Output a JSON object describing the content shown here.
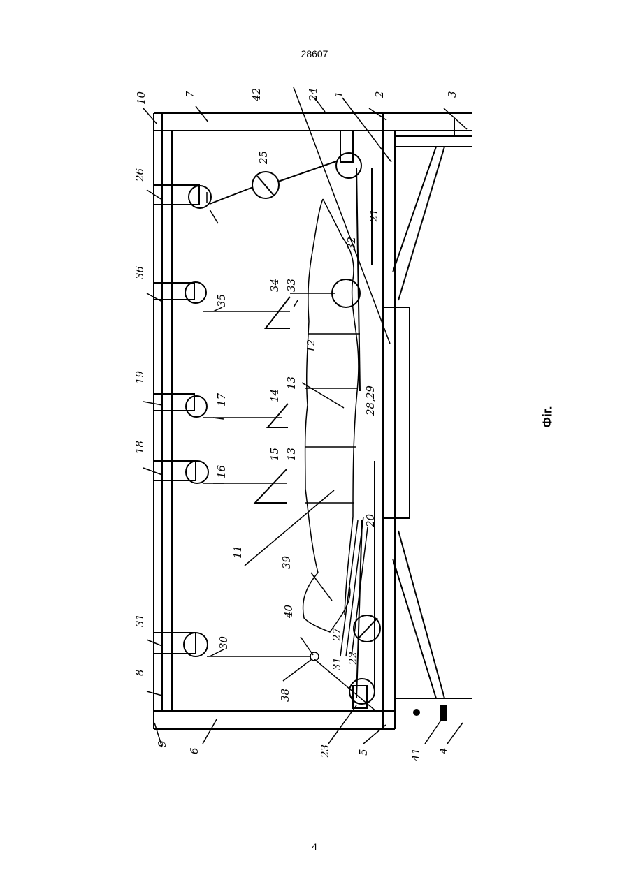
{
  "header": {
    "doc_number": "28607"
  },
  "footer": {
    "page_number": "4"
  },
  "figure": {
    "caption": "Фіг.",
    "labels": [
      "1",
      "2",
      "3",
      "4",
      "5",
      "6",
      "7",
      "8",
      "9",
      "10",
      "11",
      "12",
      "13",
      "13",
      "14",
      "15",
      "16",
      "17",
      "18",
      "19",
      "20",
      "21",
      "22",
      "23",
      "24",
      "25",
      "26",
      "27",
      "28,29",
      "30",
      "31",
      "31",
      "32",
      "33",
      "34",
      "35",
      "36",
      "38",
      "39",
      "40",
      "41",
      "42"
    ]
  }
}
